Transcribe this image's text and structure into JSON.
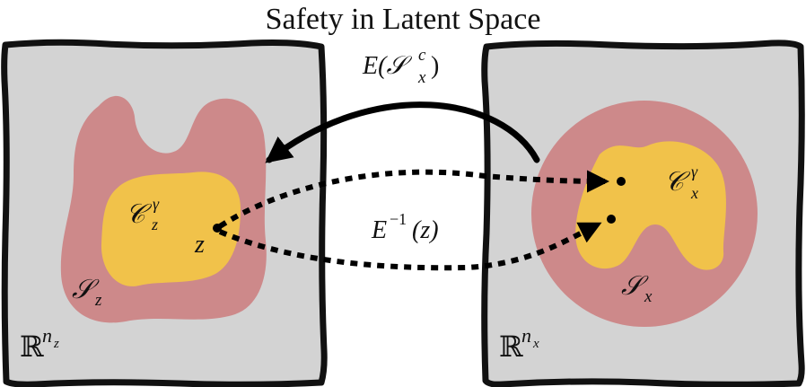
{
  "title": "Safety in Latent Space",
  "colors": {
    "background": "#ffffff",
    "panel_fill": "#d3d3d3",
    "panel_border": "#111111",
    "safe_set_fill": "#cd898a",
    "controllable_set_fill": "#f1c24a",
    "arrow": "#000000"
  },
  "left_panel": {
    "space_label": "ℝ",
    "space_exponent_base": "n",
    "space_exponent_sub": "z",
    "safe_set_letter": "𝒮",
    "safe_set_sub": "z",
    "controllable_set_letter": "𝒞",
    "controllable_set_sup": "γ",
    "controllable_set_sub": "z",
    "point_label": "z"
  },
  "right_panel": {
    "space_label": "ℝ",
    "space_exponent_base": "n",
    "space_exponent_sub": "x",
    "safe_set_letter": "𝒮",
    "safe_set_sub": "x",
    "controllable_set_letter": "𝒞",
    "controllable_set_sup": "γ",
    "controllable_set_sub": "x"
  },
  "arrows": {
    "encoder_label_main": "E(",
    "encoder_label_letter": "𝒮",
    "encoder_label_sup": "c",
    "encoder_label_sub": "x",
    "encoder_label_close": ")",
    "decoder_label_main": "E",
    "decoder_label_sup": "−1",
    "decoder_label_arg": "(z)"
  }
}
